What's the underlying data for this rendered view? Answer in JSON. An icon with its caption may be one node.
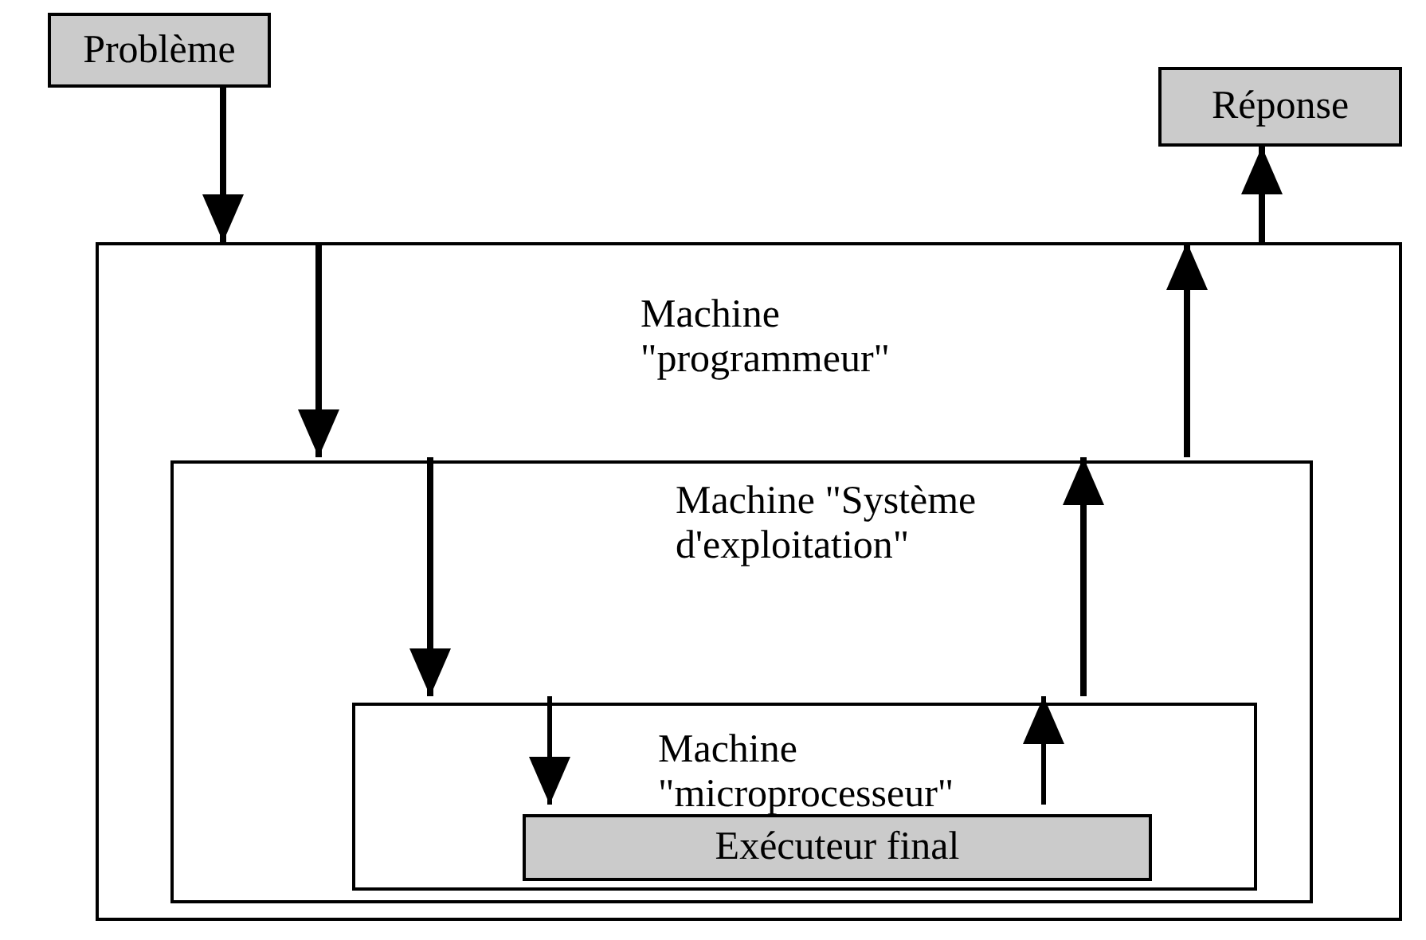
{
  "diagram": {
    "nodes": [
      {
        "text": [
          "Problème"
        ]
      },
      {
        "text": [
          "Réponse"
        ]
      },
      {
        "text": [
          "Machine \"programmeur\""
        ]
      },
      {
        "text": [
          "Machine \"Système d'exploitation\""
        ],
        "in": 2
      },
      {
        "text": [
          "Machine \"microprocesseur\""
        ],
        "in": 3
      },
      {
        "text": [
          "Exécuteur final"
        ],
        "in": 4
      }
    ],
    "edges": [
      {
        "from": 0,
        "to": 2,
        "arrow": "to"
      },
      {
        "from": 2,
        "to": 1,
        "arrow": "to"
      },
      {
        "from": 2,
        "to": 3,
        "arrow": "to"
      },
      {
        "from": 3,
        "to": 2,
        "arrow": "to"
      },
      {
        "from": 3,
        "to": 4,
        "arrow": "to"
      },
      {
        "from": 4,
        "to": 3,
        "arrow": "to"
      },
      {
        "from": 4,
        "to": 5,
        "arrow": "to"
      },
      {
        "from": 5,
        "to": 4,
        "arrow": "to"
      }
    ]
  }
}
